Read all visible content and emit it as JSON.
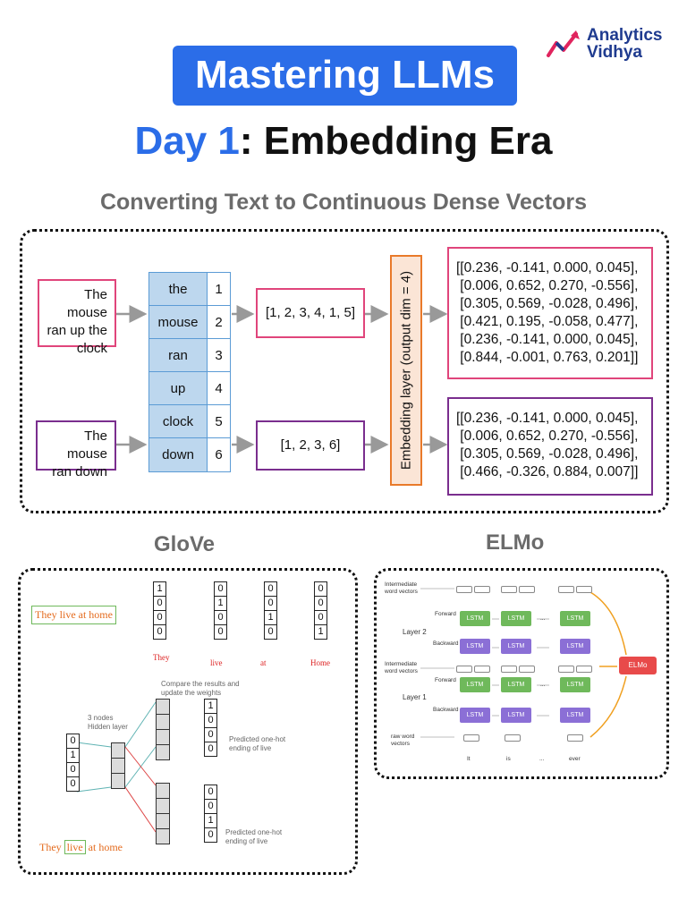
{
  "logo": {
    "line1": "Analytics",
    "line2": "Vidhya",
    "icon": "analytics-vidhya-logo"
  },
  "title": "Mastering LLMs",
  "subtitle": {
    "day": "Day 1",
    "rest": ": Embedding Era"
  },
  "section_heading": "Converting Text to Continuous Dense Vectors",
  "diagram": {
    "sentence1": [
      "The mouse",
      "ran up the",
      "clock"
    ],
    "sentence2": [
      "The mouse",
      "ran down"
    ],
    "vocab": [
      {
        "word": "the",
        "index": "1"
      },
      {
        "word": "mouse",
        "index": "2"
      },
      {
        "word": "ran",
        "index": "3"
      },
      {
        "word": "up",
        "index": "4"
      },
      {
        "word": "clock",
        "index": "5"
      },
      {
        "word": "down",
        "index": "6"
      }
    ],
    "seq1": "[1, 2, 3, 4, 1, 5]",
    "seq2": "[1, 2, 3, 6]",
    "embedding_layer": "Embedding layer (output dim = 4)",
    "vectors1": "[[0.236, -0.141, 0.000, 0.045],\n [0.006, 0.652, 0.270, -0.556],\n [0.305, 0.569, -0.028, 0.496],\n [0.421, 0.195, -0.058, 0.477],\n [0.236, -0.141, 0.000, 0.045],\n [0.844, -0.001, 0.763, 0.201]]",
    "vectors2": "[[0.236, -0.141, 0.000, 0.045],\n [0.006, 0.652, 0.270, -0.556],\n [0.305, 0.569, -0.028, 0.496],\n [0.466, -0.326, 0.884, 0.007]]"
  },
  "glove": {
    "heading": "GloVe",
    "sentence_top": "They live at home",
    "sentence_bottom_pre": "They ",
    "sentence_bottom_mid": "live",
    "sentence_bottom_post": " at home",
    "onehots": [
      {
        "word": "They",
        "bits": [
          "1",
          "0",
          "0",
          "0"
        ]
      },
      {
        "word": "live",
        "bits": [
          "0",
          "1",
          "0",
          "0"
        ]
      },
      {
        "word": "at",
        "bits": [
          "0",
          "0",
          "1",
          "0"
        ]
      },
      {
        "word": "Home",
        "bits": [
          "0",
          "0",
          "0",
          "1"
        ]
      }
    ],
    "input_vec": [
      "0",
      "1",
      "0",
      "0"
    ],
    "hidden_label": [
      "3 nodes",
      "Hidden layer"
    ],
    "compare_label": [
      "Compare the results and",
      "update the weights"
    ],
    "pred1": [
      "1",
      "0",
      "0",
      "0"
    ],
    "pred2": [
      "0",
      "0",
      "1",
      "0"
    ],
    "pred_label1": [
      "Predicted one-hot",
      "ending of live"
    ],
    "pred_label2": [
      "Predicted one-hot",
      "ending of live"
    ]
  },
  "elmo": {
    "heading": "ELMo",
    "intermediate": [
      "Intermediate",
      "word vectors"
    ],
    "layer2": "Layer 2",
    "layer1": "Layer 1",
    "forward": "Forward",
    "backward": "Backward",
    "raw": [
      "raw word",
      "vectors"
    ],
    "lstm": "LSTM",
    "dots": "...",
    "output": "ELMo",
    "tokens": [
      "It",
      "is",
      "...",
      "ever"
    ]
  },
  "colors": {
    "accent_blue": "#2b6de8",
    "pink": "#e0457b",
    "purple": "#7a2e8e",
    "orange": "#e97a2a",
    "vocab_fill": "#bdd7ee"
  }
}
